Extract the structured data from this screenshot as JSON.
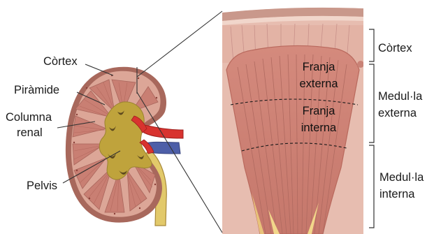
{
  "kidney_labels": {
    "cortex": "Còrtex",
    "pyramid": "Piràmide",
    "column_line1": "Columna",
    "column_line2": "renal",
    "pelvis": "Pelvis"
  },
  "zoom_inner_labels": {
    "outer_stripe_line1": "Franja",
    "outer_stripe_line2": "externa",
    "inner_stripe_line1": "Franja",
    "inner_stripe_line2": "interna"
  },
  "bracket_labels": {
    "cortex": "Còrtex",
    "outer_medulla_line1": "Medul·la",
    "outer_medulla_line2": "externa",
    "inner_medulla_line1": "Medul·la",
    "inner_medulla_line2": "interna"
  },
  "colors": {
    "capsule": "#a8685c",
    "cortex": "#dca697",
    "pyramid": "#c97f73",
    "pelvis_fat": "#bfa33c",
    "ureter": "#e2c96a",
    "artery": "#d8332f",
    "vein": "#4d5fa8",
    "zoom_cortex": "#e3b3a5",
    "zoom_medulla": "#cf8578"
  }
}
